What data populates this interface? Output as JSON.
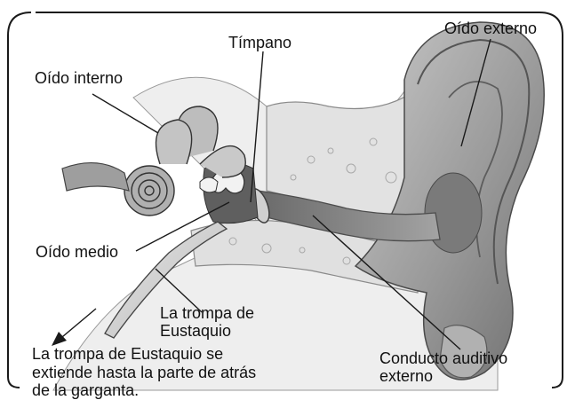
{
  "labels": {
    "timpano": "Tímpano",
    "oido_externo": "Oído externo",
    "oido_interno": "Oído interno",
    "oido_medio": "Oído medio",
    "trompa_line1": "La trompa de",
    "trompa_line2": "Eustaquio",
    "nota_line1": "La trompa de Eustaquio se",
    "nota_line2": "extiende hasta la parte de atrás",
    "nota_line3": "de la garganta.",
    "conducto_line1": "Conducto auditivo",
    "conducto_line2": "externo"
  },
  "colors": {
    "frame": "#1a1a1a",
    "text": "#111111",
    "skin_light": "#d8d8d8",
    "skin_mid": "#a8a8a8",
    "skin_dark": "#6d6d6d",
    "bone": "#ececec",
    "canal": "#8c8c8c"
  }
}
